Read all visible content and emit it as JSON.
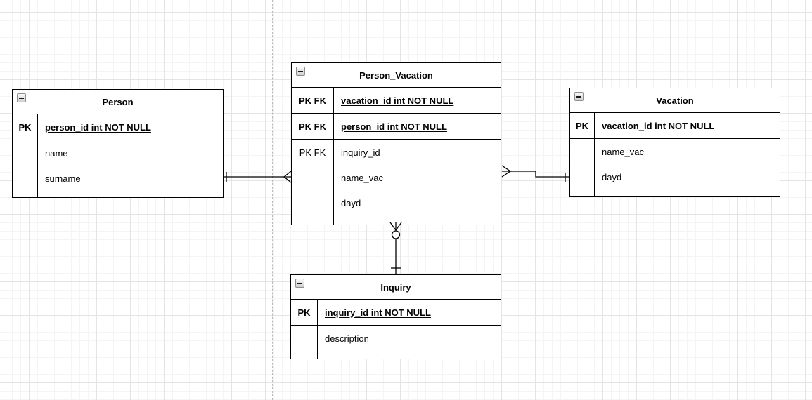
{
  "diagram": {
    "colors": {
      "background": "#ffffff",
      "grid_minor": "#f4f4f4",
      "grid_major": "#e4e4e4",
      "page_break": "#b9b9b9",
      "table_border": "#000000",
      "text": "#000000"
    },
    "tables": [
      {
        "title": "Person",
        "rows": [
          {
            "key": "PK",
            "name": "person_id int NOT NULL",
            "pk": true
          },
          {
            "key": "",
            "name": "name",
            "pk": false
          },
          {
            "key": "",
            "name": "surname",
            "pk": false
          }
        ]
      },
      {
        "title": "Person_Vacation",
        "rows": [
          {
            "key": "PK FK",
            "name": "vacation_id int NOT NULL",
            "pk": true
          },
          {
            "key": "PK FK",
            "name": "person_id int NOT NULL",
            "pk": true
          },
          {
            "key": "PK FK",
            "name": "inquiry_id",
            "pk": false
          },
          {
            "key": "",
            "name": "name_vac",
            "pk": false
          },
          {
            "key": "",
            "name": "dayd",
            "pk": false
          }
        ]
      },
      {
        "title": "Vacation",
        "rows": [
          {
            "key": "PK",
            "name": "vacation_id int NOT NULL",
            "pk": true
          },
          {
            "key": "",
            "name": "name_vac",
            "pk": false
          },
          {
            "key": "",
            "name": "dayd",
            "pk": false
          }
        ]
      },
      {
        "title": "Inquiry",
        "rows": [
          {
            "key": "PK",
            "name": "inquiry_id int NOT NULL",
            "pk": true
          },
          {
            "key": "",
            "name": "description",
            "pk": false
          }
        ]
      }
    ],
    "relationships": [
      {
        "from": "Person",
        "to": "Person_Vacation",
        "from_cardinality": "one",
        "to_cardinality": "many"
      },
      {
        "from": "Person_Vacation",
        "to": "Vacation",
        "from_cardinality": "many",
        "to_cardinality": "one"
      },
      {
        "from": "Person_Vacation",
        "to": "Inquiry",
        "from_cardinality": "zero-or-many",
        "to_cardinality": "one"
      }
    ]
  }
}
